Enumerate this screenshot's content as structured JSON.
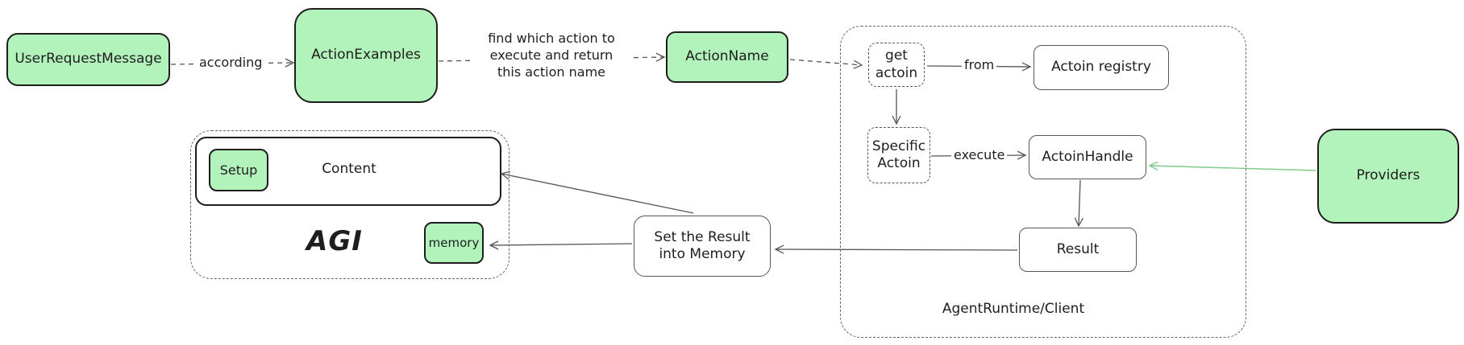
{
  "diagram": {
    "nodes": {
      "user_request": "UserRequestMessage",
      "action_examples": "ActionExamples",
      "action_name": "ActionName",
      "get_action": "get\nactoin",
      "action_registry": "Actoin registry",
      "specific_action": "Specific\nActoin",
      "action_handle": "ActoinHandle",
      "result": "Result",
      "providers": "Providers",
      "set_result": "Set the Result\ninto Memory",
      "setup": "Setup",
      "content": "Content",
      "memory": "memory",
      "agi": "AGI"
    },
    "edges": {
      "according": "according",
      "find_action": "find which action to\nexecute and return\nthis action name",
      "from": "from",
      "execute": "execute"
    },
    "groups": {
      "runtime": "AgentRuntime/Client"
    },
    "colors": {
      "green_fill": "#b2f2bb",
      "provider_arrow": "#7ecb8a",
      "stroke": "#1e1e1e"
    }
  }
}
